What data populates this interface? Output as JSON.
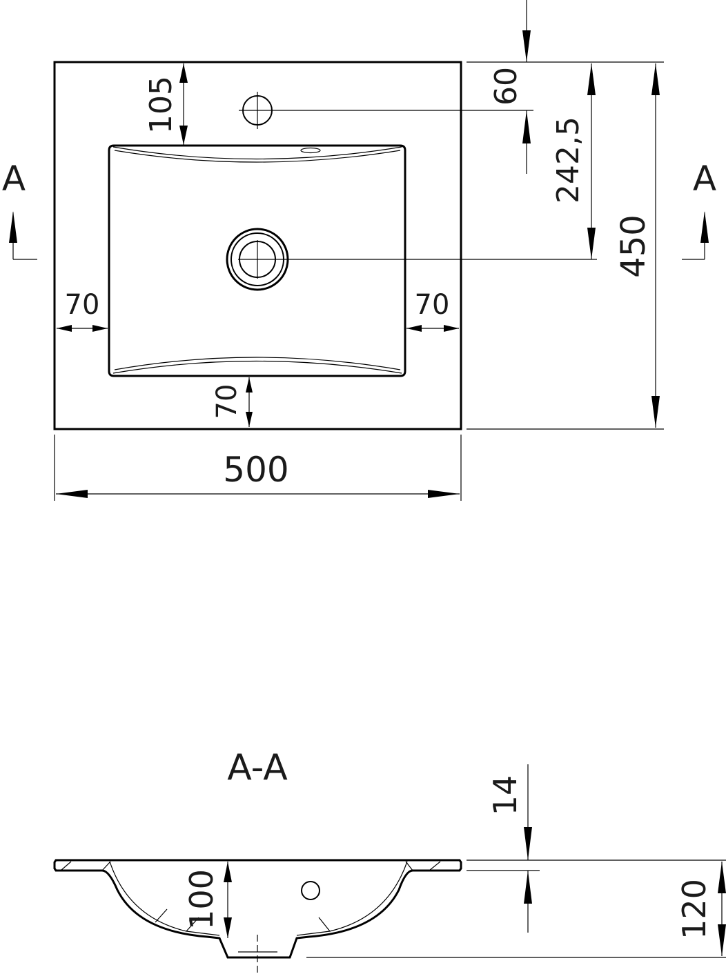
{
  "plan": {
    "dim_top_margin": "105",
    "dim_tap_offset": "60",
    "dim_drain_offset": "242,5",
    "dim_overall_depth": "450",
    "dim_left_rim": "70",
    "dim_right_rim": "70",
    "dim_front_rim": "70",
    "dim_overall_width": "500",
    "section_marker_left": "A",
    "section_marker_right": "A"
  },
  "section": {
    "title": "A-A",
    "dim_rim_thickness": "14",
    "dim_bowl_depth": "100",
    "dim_overall_height": "120"
  }
}
